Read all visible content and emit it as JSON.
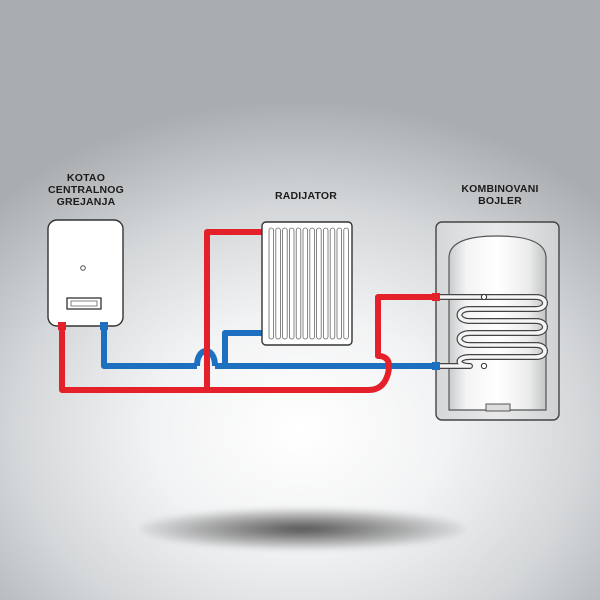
{
  "labels": {
    "boiler": [
      "KOTAO",
      "CENTRALNOG",
      "GREJANJA"
    ],
    "radiator": [
      "RADIJATOR"
    ],
    "tank": [
      "KOMBINOVANI",
      "BOJLER"
    ]
  },
  "colors": {
    "hot_pipe": "#e4202a",
    "cold_pipe": "#1d6fc0",
    "outline": "#333333",
    "appliance_fill": "#ffffff"
  }
}
